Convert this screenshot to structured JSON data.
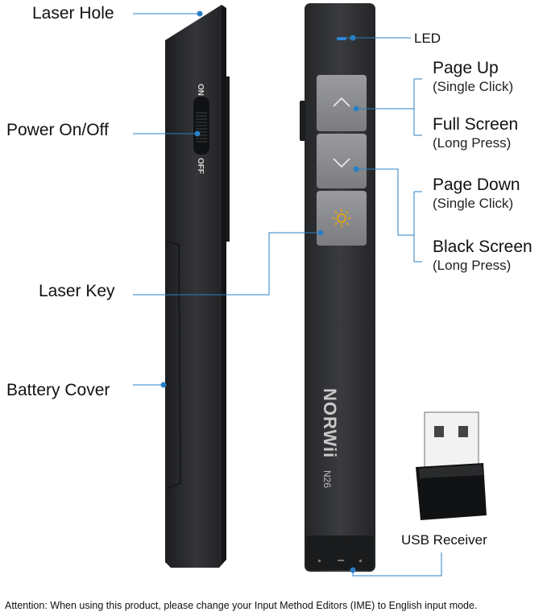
{
  "left_labels": {
    "laser_hole": "Laser Hole",
    "power": "Power On/Off",
    "laser_key": "Laser Key",
    "battery_cover": "Battery Cover"
  },
  "switch_marks": {
    "on": "ON",
    "off": "OFF"
  },
  "right_labels": {
    "led": "LED",
    "page_up": "Page Up",
    "page_up_sub": "(Single Click)",
    "full_screen": "Full Screen",
    "full_screen_sub": "(Long Press)",
    "page_down": "Page Down",
    "page_down_sub": "(Single Click)",
    "black_screen": "Black Screen",
    "black_screen_sub": "(Long Press)",
    "usb_receiver": "USB Receiver"
  },
  "brand": {
    "name": "NORWii",
    "model": "N26"
  },
  "notice": "Attention: When using this product, please change your Input Method Editors (IME) to English input mode.",
  "colors": {
    "callout": "#2a7fc4",
    "body": "#2b2c2e",
    "button": "#8a8b8e",
    "sun": "#f0a500"
  },
  "icons": [
    "chevron-up-icon",
    "chevron-down-icon",
    "sun-icon"
  ]
}
